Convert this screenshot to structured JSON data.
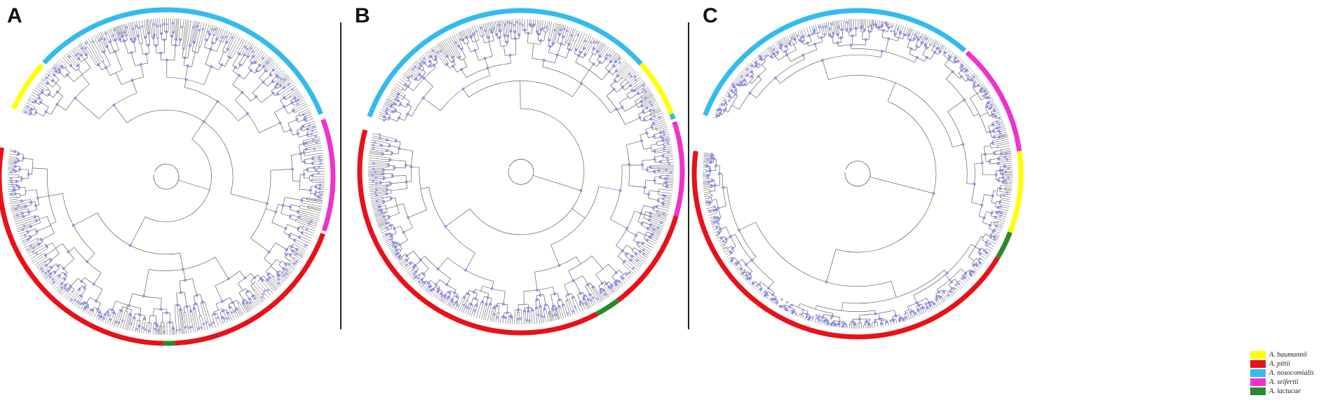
{
  "panels": [
    {
      "label": "A",
      "arcs": [
        {
          "species": "baumannii",
          "start": -66,
          "end": -48
        },
        {
          "species": "nosocomialis",
          "start": -47,
          "end": 68
        },
        {
          "species": "seifertii",
          "start": 70,
          "end": 109
        },
        {
          "species": "pittii",
          "start": 110,
          "end": 177
        },
        {
          "species": "lactucae",
          "start": 177,
          "end": 181
        },
        {
          "species": "pittii",
          "start": 181,
          "end": 280
        }
      ]
    },
    {
      "label": "B",
      "arcs": [
        {
          "species": "nosocomialis",
          "start": -70,
          "end": 48
        },
        {
          "species": "baumannii",
          "start": 48,
          "end": 69
        },
        {
          "species": "nosocomialis",
          "start": 69,
          "end": 71
        },
        {
          "species": "seifertii",
          "start": 72,
          "end": 106
        },
        {
          "species": "pittii",
          "start": 106,
          "end": 143
        },
        {
          "species": "lactucae",
          "start": 143,
          "end": 152
        },
        {
          "species": "pittii",
          "start": 152,
          "end": 285
        }
      ]
    },
    {
      "label": "C",
      "arcs": [
        {
          "species": "nosocomialis",
          "start": -69,
          "end": 41
        },
        {
          "species": "seifertii",
          "start": 42,
          "end": 82
        },
        {
          "species": "baumannii",
          "start": 82,
          "end": 111
        },
        {
          "species": "lactucae",
          "start": 111,
          "end": 121
        },
        {
          "species": "pittii",
          "start": 121,
          "end": 278
        }
      ]
    }
  ],
  "legend": [
    {
      "key": "baumannii",
      "label": "A. baumannii",
      "color": "#ffff00"
    },
    {
      "key": "pittii",
      "label": "A. pittii",
      "color": "#e8111a"
    },
    {
      "key": "nosocomialis",
      "label": "A. nosocomialis",
      "color": "#33bbee"
    },
    {
      "key": "seifertii",
      "label": "A. seifertii",
      "color": "#ee33cc"
    },
    {
      "key": "lactucae",
      "label": "A. lactucae",
      "color": "#2a8a2a"
    }
  ],
  "colors": {
    "branch": "#4a4a4a",
    "node_marker": "#8888ee",
    "divider": "#222222"
  }
}
